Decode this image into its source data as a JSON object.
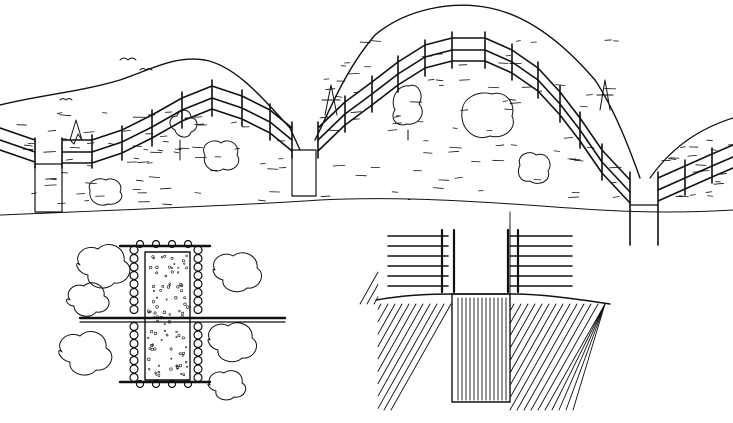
{
  "colors": {
    "ink": "#111111",
    "paper": "#ffffff"
  },
  "scene": {
    "panels": [
      "landscape-view",
      "plan-view",
      "section-view"
    ]
  }
}
